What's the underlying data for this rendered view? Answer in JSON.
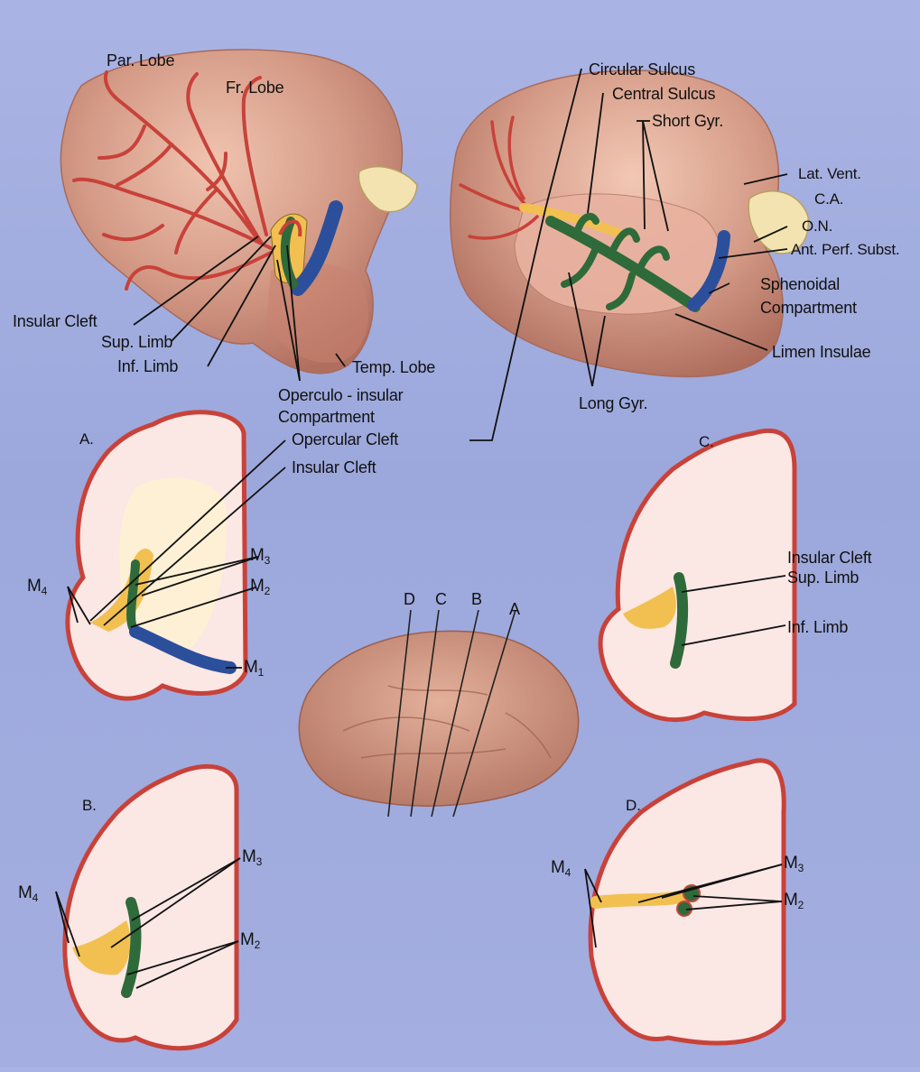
{
  "panels": {
    "A": "A.",
    "B": "B.",
    "C": "C.",
    "D": "D."
  },
  "top_left": {
    "par_lobe": "Par. Lobe",
    "fr_lobe": "Fr. Lobe",
    "insular_cleft": "Insular Cleft",
    "sup_limb": "Sup. Limb",
    "inf_limb": "Inf. Limb",
    "temp_lobe": "Temp. Lobe",
    "operculo_insular_1": "Operculo - insular",
    "operculo_insular_2": "Compartment"
  },
  "top_right": {
    "circular_sulcus": "Circular Sulcus",
    "central_sulcus": "Central Sulcus",
    "short_gyr": "Short Gyr.",
    "lat_vent": "Lat. Vent.",
    "ca": "C.A.",
    "on": "O.N.",
    "ant_perf_subst": "Ant. Perf. Subst.",
    "sphenoidal_1": "Sphenoidal",
    "sphenoidal_2": "Compartment",
    "limen_insulae": "Limen Insulae",
    "long_gyr": "Long Gyr."
  },
  "panel_a": {
    "opercular_cleft": "Opercular Cleft",
    "insular_cleft": "Insular Cleft",
    "m4": "M4",
    "m3": "M3",
    "m2": "M2",
    "m1": "M1"
  },
  "panel_c": {
    "insular_cleft": "Insular Cleft",
    "sup_limb": "Sup. Limb",
    "inf_limb": "Inf. Limb"
  },
  "center_brain": {
    "d": "D",
    "c": "C",
    "b": "B",
    "a": "A"
  },
  "panel_b": {
    "m4": "M4",
    "m3": "M3",
    "m2": "M2"
  },
  "panel_d": {
    "m4": "M4",
    "m3": "M3",
    "m2": "M2"
  },
  "colors": {
    "background": "#a4aee0",
    "brain_surface": "#d49a86",
    "artery": "#c8423a",
    "white_matter": "#fbe7e4",
    "insular_segment": "#f2c050",
    "m2_green": "#2f6a3a",
    "m1_blue": "#2c4f9c"
  }
}
